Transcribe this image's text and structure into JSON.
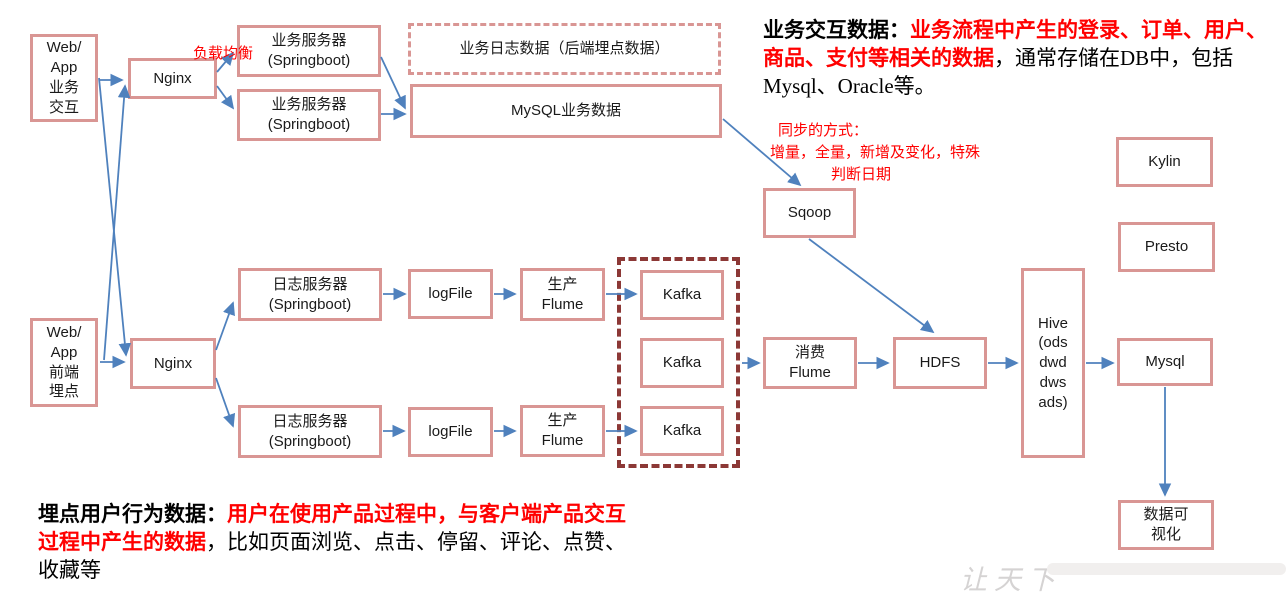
{
  "colors": {
    "box_border": "#d99694",
    "kafka_container_border": "#8c3836",
    "arrow": "#4f81bd",
    "annotation_red": "#ff0000",
    "watermark_gray": "#d5d3d3"
  },
  "nodes": {
    "webapp_business": "Web/\nApp\n业务\n交互",
    "nginx1": "Nginx",
    "biz_server1": "业务服务器\n(Springboot)",
    "biz_server2": "业务服务器\n(Springboot)",
    "biz_log": "业务日志数据（后端埋点数据）",
    "mysql_biz": "MySQL业务数据",
    "sqoop": "Sqoop",
    "kylin": "Kylin",
    "presto": "Presto",
    "log_server1": "日志服务器\n(Springboot)",
    "logfile1": "logFile",
    "prod_flume1": "生产\nFlume",
    "kafka1": "Kafka",
    "kafka2": "Kafka",
    "kafka3": "Kafka",
    "consume_flume": "消费\nFlume",
    "hdfs": "HDFS",
    "hive": "Hive\n(ods\ndwd\ndws\nads)",
    "mysql_out": "Mysql",
    "webapp_frontend": "Web/\nApp\n前端\n埋点",
    "nginx2": "Nginx",
    "log_server2": "日志服务器\n(Springboot)",
    "logfile2": "logFile",
    "prod_flume2": "生产\nFlume",
    "dataviz": "数据可\n视化"
  },
  "annotations": {
    "load_balance": "负载均衡",
    "sync_lines": [
      "同步的方式：",
      "增量，全量，新增及变化，特殊",
      "判断日期"
    ]
  },
  "paragraphs": {
    "business": {
      "lead": "业务交互数据：",
      "highlight": "业务流程中产生的登录、订单、用户、商品、支付等相关的数据",
      "rest": "，通常存储在DB中，包括\nMysql、Oracle等。"
    },
    "tracking": {
      "lead": "埋点用户行为数据：",
      "highlight": "用户在使用产品过程中，与客户端产品交互过程中产生的数据",
      "rest": "，比如页面浏览、点击、停留、评论、点赞、\n收藏等"
    }
  },
  "watermark": "让天下"
}
